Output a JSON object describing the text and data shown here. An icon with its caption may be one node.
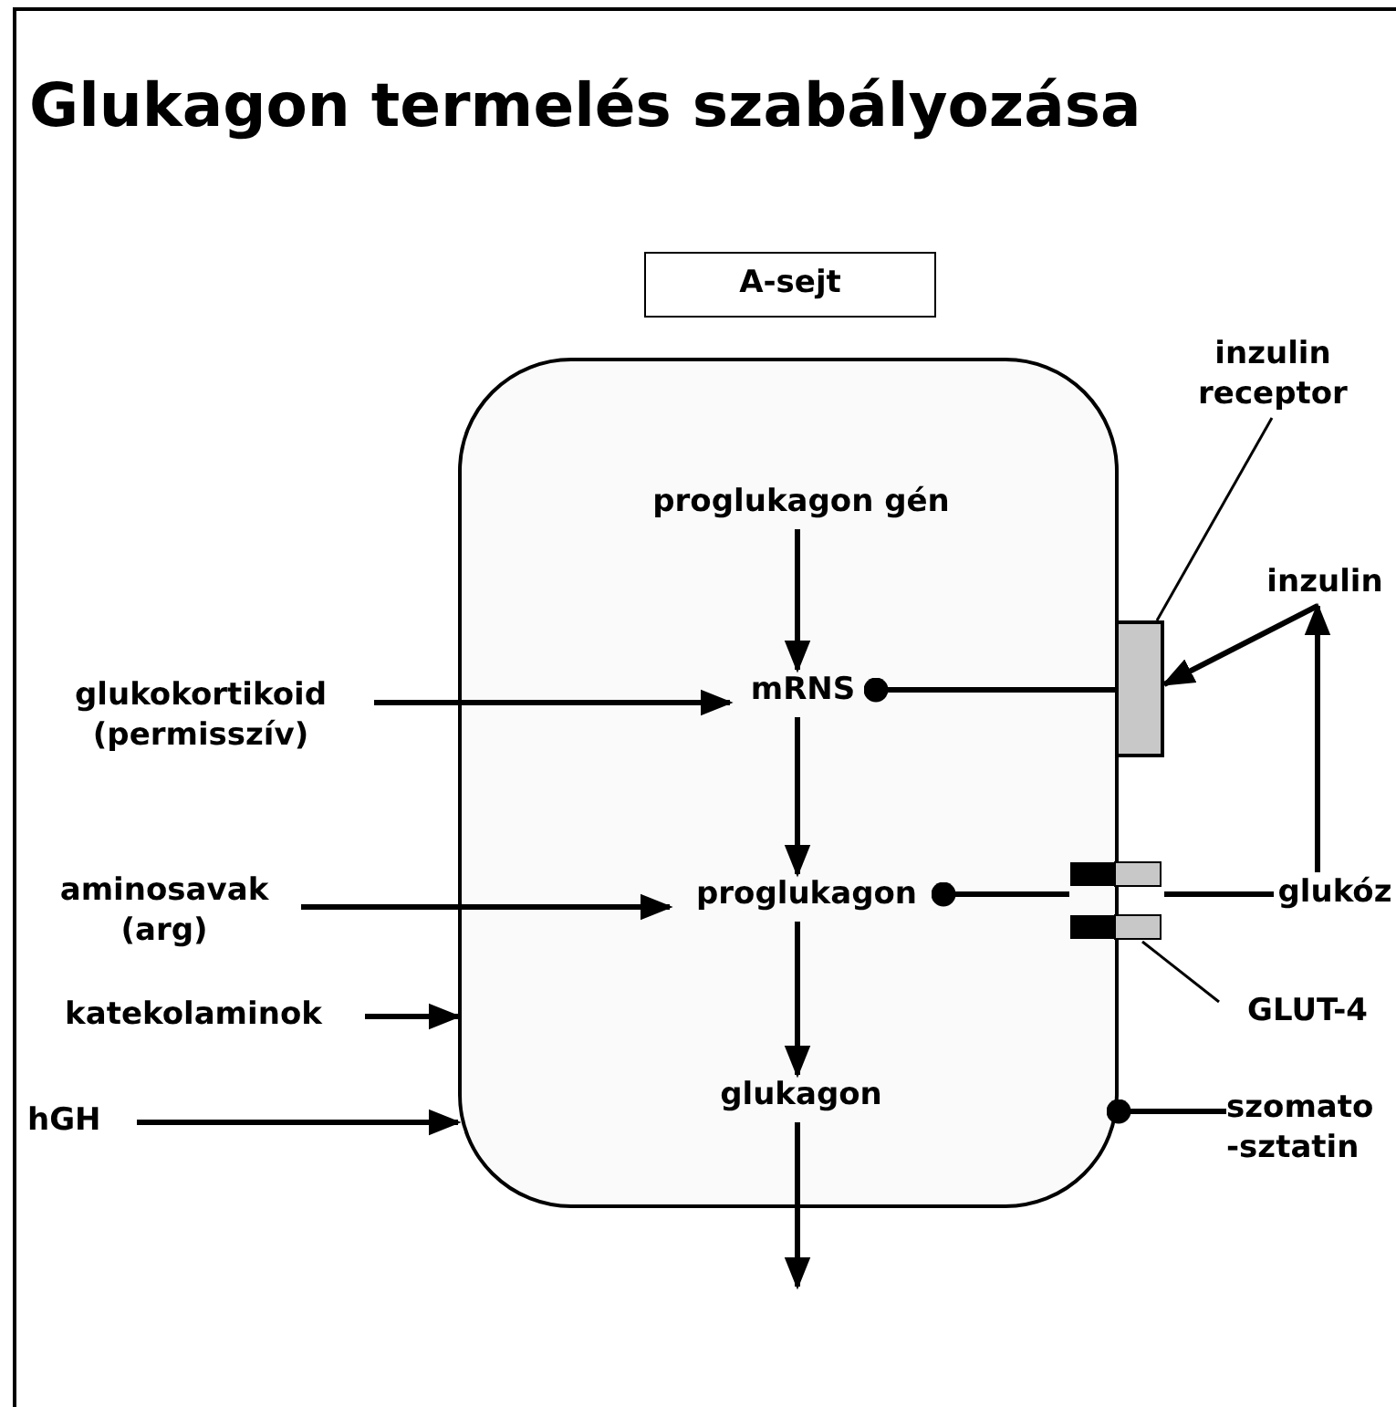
{
  "diagram": {
    "title": "Glukagon termelés szabályozása",
    "nodes": [
      {
        "text": [
          "A-sejt"
        ]
      },
      {
        "text": [],
        "shape": "box"
      },
      {
        "text": [
          "proglukagon gén"
        ],
        "in": 1
      },
      {
        "text": [
          "mRNS"
        ],
        "in": 1
      },
      {
        "text": [
          "proglukagon"
        ],
        "in": 1
      },
      {
        "text": [
          "glukagon"
        ],
        "in": 1
      },
      {
        "text": [
          "glukokortikoid (permisszív)"
        ]
      },
      {
        "text": [
          "aminosavak (arg)"
        ]
      },
      {
        "text": [
          "katekolaminok"
        ]
      },
      {
        "text": [
          "hGH"
        ]
      },
      {
        "text": [
          "inzulin receptor"
        ]
      },
      {
        "text": [],
        "shape": "bar"
      },
      {
        "text": [
          "inzulin"
        ]
      },
      {
        "text": [],
        "shape": "box"
      },
      {
        "text": [
          "glukóz"
        ]
      },
      {
        "text": [
          "GLUT-4"
        ]
      },
      {
        "text": [
          "szomato -sztatin"
        ]
      }
    ],
    "edges": [
      {
        "from": 2,
        "to": 3,
        "arrow": "to"
      },
      {
        "from": 3,
        "to": 4,
        "arrow": "to"
      },
      {
        "from": 4,
        "to": 5,
        "arrow": "to"
      },
      {
        "from": 5,
        "to": null,
        "arrow": "to"
      },
      {
        "from": 6,
        "to": 3,
        "arrow": "to"
      },
      {
        "from": 7,
        "to": 4,
        "arrow": "to"
      },
      {
        "from": 8,
        "to": 1,
        "arrow": "to"
      },
      {
        "from": 9,
        "to": 1,
        "arrow": "to"
      },
      {
        "from": 11,
        "to": 3,
        "arrow": "other"
      },
      {
        "from": 12,
        "to": 11,
        "arrow": "to"
      },
      {
        "from": 14,
        "to": 12,
        "arrow": "to"
      },
      {
        "from": 14,
        "to": 13,
        "arrow": "none"
      },
      {
        "from": 13,
        "to": 4,
        "arrow": "other"
      },
      {
        "from": 10,
        "to": 11,
        "arrow": "none"
      },
      {
        "from": 15,
        "to": 13,
        "arrow": "none"
      },
      {
        "from": 16,
        "to": 1,
        "arrow": "other"
      }
    ]
  }
}
